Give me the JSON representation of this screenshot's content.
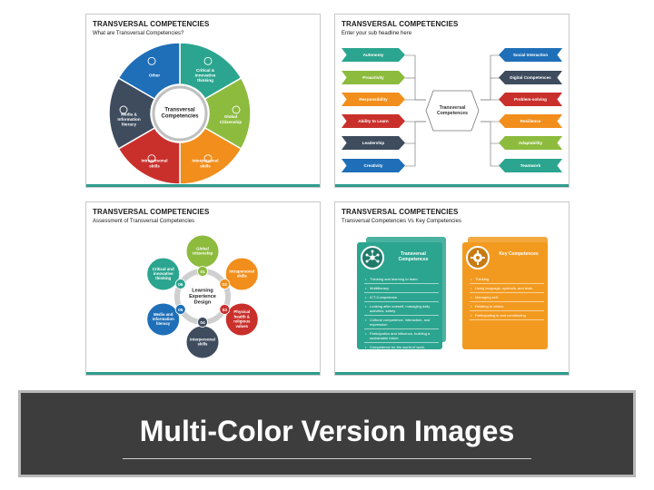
{
  "slides": [
    {
      "title": "TRANSVERSAL COMPETENCIES",
      "subtitle": "What are Transversal Competencies?",
      "center": "Transversal Competencies",
      "segments": [
        {
          "label": "Critical & innovative thinking",
          "color": "#2ba58f",
          "icon": "lightbulb-icon"
        },
        {
          "label": "Global Citizenship",
          "color": "#8dbb3e",
          "icon": "globe-icon"
        },
        {
          "label": "Interpersonal skills",
          "color": "#f28e1c",
          "icon": "handshake-icon"
        },
        {
          "label": "Intrapersonal skills",
          "color": "#c9302c",
          "icon": "head-icon"
        },
        {
          "label": "Media & Information literacy",
          "color": "#3e4c5e",
          "icon": "monitor-icon"
        },
        {
          "label": "Other",
          "color": "#1e6fb8",
          "icon": "network-icon"
        }
      ]
    },
    {
      "title": "TRANSVERSAL COMPETENCIES",
      "subtitle": "Enter your sub headline here",
      "center": "Transversal Competences",
      "left": [
        {
          "label": "Autonomy",
          "color": "#2ba58f"
        },
        {
          "label": "Proactivity",
          "color": "#8dbb3e"
        },
        {
          "label": "Responsibility",
          "color": "#f28e1c"
        },
        {
          "label": "Ability to Learn",
          "color": "#c9302c"
        },
        {
          "label": "Leadership",
          "color": "#3e4c5e"
        },
        {
          "label": "Creativity",
          "color": "#1e6fb8"
        }
      ],
      "right": [
        {
          "label": "Social Interaction",
          "color": "#1e6fb8"
        },
        {
          "label": "Digital Competences",
          "color": "#3e4c5e"
        },
        {
          "label": "Problem-solving",
          "color": "#c9302c"
        },
        {
          "label": "Resilience",
          "color": "#f28e1c"
        },
        {
          "label": "Adaptability",
          "color": "#8dbb3e"
        },
        {
          "label": "Teamwork",
          "color": "#2ba58f"
        }
      ]
    },
    {
      "title": "TRANSVERSAL COMPETENCIES",
      "subtitle": "Assessment of Transversal Competencies",
      "center": "Learning Experience Design",
      "nodes": [
        {
          "num": "01",
          "label": "Global citizenship",
          "color": "#8dbb3e"
        },
        {
          "num": "02",
          "label": "Intrapersonal skills",
          "color": "#f28e1c"
        },
        {
          "num": "03",
          "label": "Physical health & religious values",
          "color": "#c9302c"
        },
        {
          "num": "04",
          "label": "Interpersonal skills",
          "color": "#3e4c5e"
        },
        {
          "num": "05",
          "label": "Media and information literacy",
          "color": "#1e6fb8"
        },
        {
          "num": "06",
          "label": "Critical and innovative thinking",
          "color": "#2ba58f"
        }
      ]
    },
    {
      "title": "TRANSVERSAL COMPETENCIES",
      "subtitle": "Transversal Competencies Vs Key Competencies",
      "left_panel": {
        "title": "Transversal Competences",
        "color": "#2ba58f",
        "icon": "network-icon",
        "items": [
          "Thinking and learning to learn",
          "Multiliteracy",
          "ICT-Competence",
          "Looking after oneself, managing daily activities, safety",
          "Cultural competence, interaction, and expression",
          "Participation and influence, building a sustainable future",
          "Competence for the world of work, entrepreneurship"
        ]
      },
      "right_panel": {
        "title": "Key Competences",
        "color": "#f29a1f",
        "icon": "gear-icon",
        "items": [
          "Thinking",
          "Using language, symbols, and texts",
          "Managing self",
          "Relating to others",
          "Participating in and contributing"
        ]
      }
    }
  ],
  "banner": {
    "text": "Multi-Color Version Images"
  }
}
